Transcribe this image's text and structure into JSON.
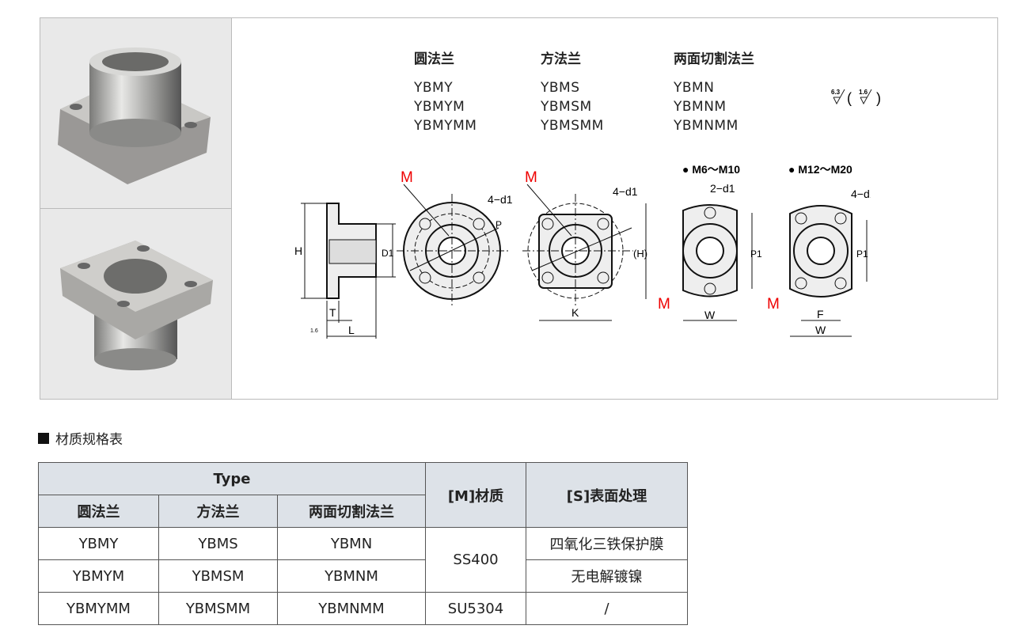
{
  "types": [
    {
      "title": "圆法兰",
      "codes": [
        "YBMY",
        "YBMYM",
        "YBMYMM"
      ]
    },
    {
      "title": "方法兰",
      "codes": [
        "YBMS",
        "YBMSM",
        "YBMSMM"
      ]
    },
    {
      "title": "两面切割法兰",
      "codes": [
        "YBMN",
        "YBMNM",
        "YBMNMM"
      ]
    }
  ],
  "roughness": {
    "main": "6.3",
    "paren": "1.6",
    "side": "1.6"
  },
  "diagram": {
    "m": "M",
    "holes4": "4−d1",
    "holes2": "2−d1",
    "p": "P",
    "h": "H",
    "d1": "D1",
    "t": "T",
    "l": "L",
    "k": "K",
    "hp": "(H)",
    "w": "W",
    "f": "F",
    "p1": "P1",
    "range1": "● M6～M10",
    "range2": "● M12～M20"
  },
  "section_title": "材质规格表",
  "table": {
    "type": "Type",
    "material": "[M]材质",
    "surface": "[S]表面处理",
    "sub": [
      "圆法兰",
      "方法兰",
      "两面切割法兰"
    ],
    "rows": [
      [
        "YBMY",
        "YBMS",
        "YBMN"
      ],
      [
        "YBMYM",
        "YBMSM",
        "YBMNM"
      ],
      [
        "YBMYMM",
        "YBMSMM",
        "YBMNMM"
      ]
    ],
    "mat": [
      "SS400",
      "SU5304"
    ],
    "surf": [
      "四氧化三铁保护膜",
      "无电解镀镍",
      "/"
    ]
  }
}
